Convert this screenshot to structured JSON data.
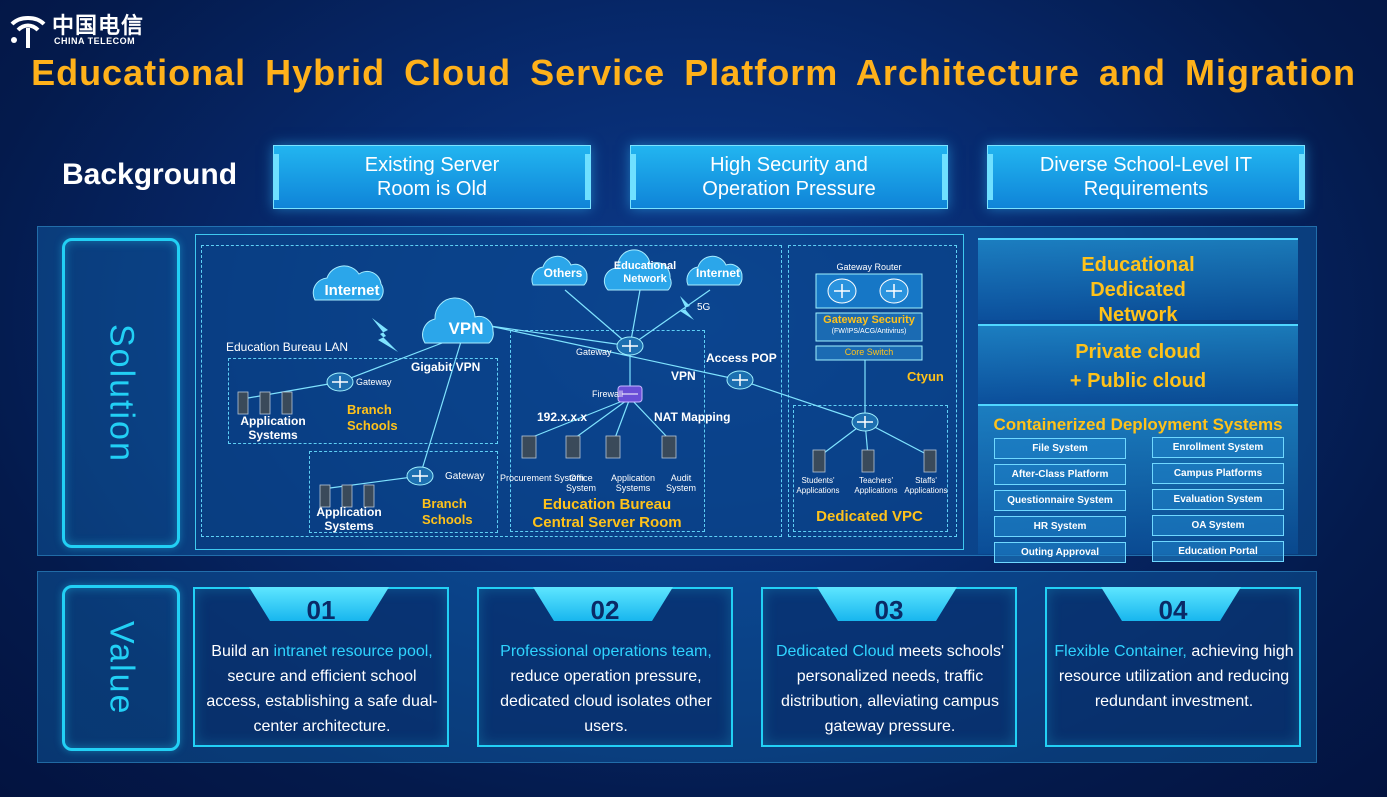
{
  "brand": {
    "name_cn": "中国电信",
    "name_en": "CHINA TELECOM"
  },
  "title": "Educational Hybrid Cloud Service Platform Architecture and Migration",
  "background": {
    "label": "Background",
    "items": [
      "Existing Server Room is Old",
      "High Security and Operation Pressure",
      "Diverse School-Level IT Requirements"
    ]
  },
  "solution": {
    "label": "Solution",
    "diagram": {
      "internet1": "Internet",
      "vpn_cloud": "VPN",
      "others": "Others",
      "edu_network": "Educational Network",
      "internet2": "Internet",
      "five_g": "5G",
      "edu_lan": "Education Bureau LAN",
      "gigabit_vpn": "Gigabit VPN",
      "gateway": "Gateway",
      "branch_schools": "Branch Schools",
      "app_systems": "Application Systems",
      "vpn": "VPN",
      "access_pop": "Access POP",
      "firewall": "Firewall",
      "ip": "192.x.x.x",
      "nat": "NAT Mapping",
      "servers": [
        "Procurement System",
        "Office System",
        "Application Systems",
        "Audit System"
      ],
      "central_room": "Education Bureau Central Server Room",
      "gateway_router": "Gateway Router",
      "gateway_security": "Gateway Security",
      "gateway_security_sub": "(FW/IPS/ACG/Antivirus)",
      "core_switch": "Core Switch",
      "ctyun": "Ctyun",
      "vpc_apps": [
        "Students' Applications",
        "Teachers' Applications",
        "Staffs' Applications"
      ],
      "dedicated_vpc": "Dedicated VPC"
    },
    "right": {
      "network": "Educational Dedicated Network",
      "cloud_line1": "Private cloud",
      "cloud_line2": "+ Public cloud",
      "container_title": "Containerized Deployment Systems",
      "systems_left": [
        "File System",
        "After-Class Platform",
        "Questionnaire System",
        "HR System",
        "Outing Approval"
      ],
      "systems_right": [
        "Enrollment System",
        "Campus Platforms",
        "Evaluation System",
        "OA System",
        "Education Portal"
      ]
    }
  },
  "value": {
    "label": "Value",
    "cards": [
      {
        "num": "01",
        "hl": "intranet resource pool,",
        "pre": "Build an ",
        "post": " secure and efficient school access, establishing a safe dual-center architecture."
      },
      {
        "num": "02",
        "hl": "Professional operations team,",
        "pre": "",
        "post": " reduce operation pressure, dedicated cloud isolates other users."
      },
      {
        "num": "03",
        "hl": "Dedicated Cloud",
        "pre": "",
        "post": " meets schools' personalized needs, traffic distribution, alleviating campus gateway pressure."
      },
      {
        "num": "04",
        "hl": "Flexible Container,",
        "pre": "",
        "post": " achieving high resource utilization and reducing redundant investment."
      }
    ]
  },
  "colors": {
    "title": "#ffb11a",
    "accent": "#22d0f5",
    "highlight": "#2fd4ff"
  }
}
